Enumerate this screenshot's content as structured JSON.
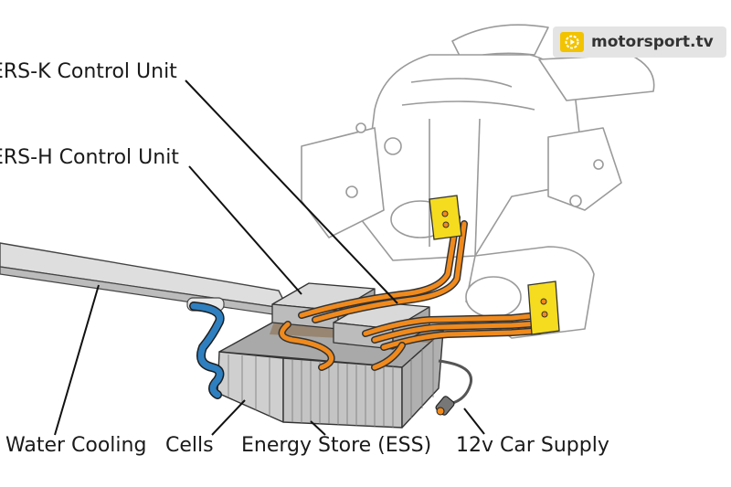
{
  "labels": {
    "ers_k": "ERS-K Control Unit",
    "ers_h": "ERS-H Control Unit",
    "water_cooling": "Water Cooling",
    "cells": "Cells",
    "energy_store": "Energy Store (ESS)",
    "car_supply": "12v Car Supply"
  },
  "watermark": {
    "brand": "motorsport.tv",
    "icon": "play-gear-icon"
  },
  "colors": {
    "harness": "#f08a1c",
    "coolant": "#2e7fbf",
    "connector": "#f5dc1e",
    "unit": "#c9c9c9",
    "ess": "#bdbdbd",
    "outline": "#333333"
  }
}
